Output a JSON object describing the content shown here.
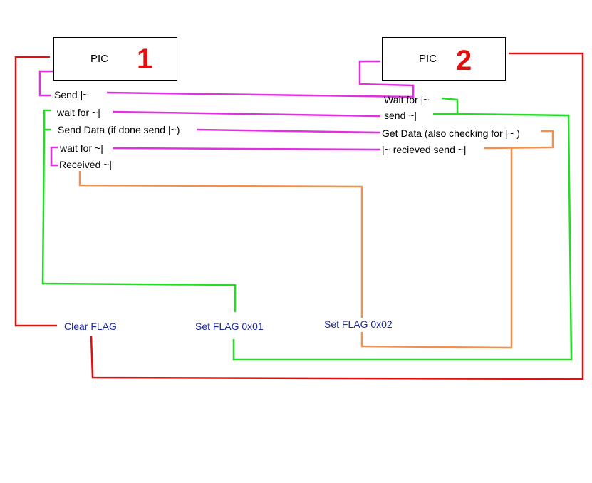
{
  "pic1": {
    "label": "PIC",
    "number": "1"
  },
  "pic2": {
    "label": "PIC",
    "number": "2"
  },
  "pic1_steps": {
    "send": "Send |~",
    "wait1": "wait for ~|",
    "send_data": "Send Data (if done send |~)",
    "wait2": "wait for ~|",
    "received": "Received ~|"
  },
  "pic2_steps": {
    "wait": "Wait for |~",
    "send": "send ~|",
    "get_data": "Get Data (also checking for |~ )",
    "recieved": "|~ recieved send ~|"
  },
  "flags": {
    "clear": "Clear FLAG",
    "set1": "Set FLAG 0x01",
    "set2": "Set FLAG 0x02"
  },
  "colors": {
    "red": "#e01010",
    "magenta": "#e030e0",
    "green": "#22dd22",
    "orange": "#f09050",
    "flag_text": "#1e2a9a"
  }
}
